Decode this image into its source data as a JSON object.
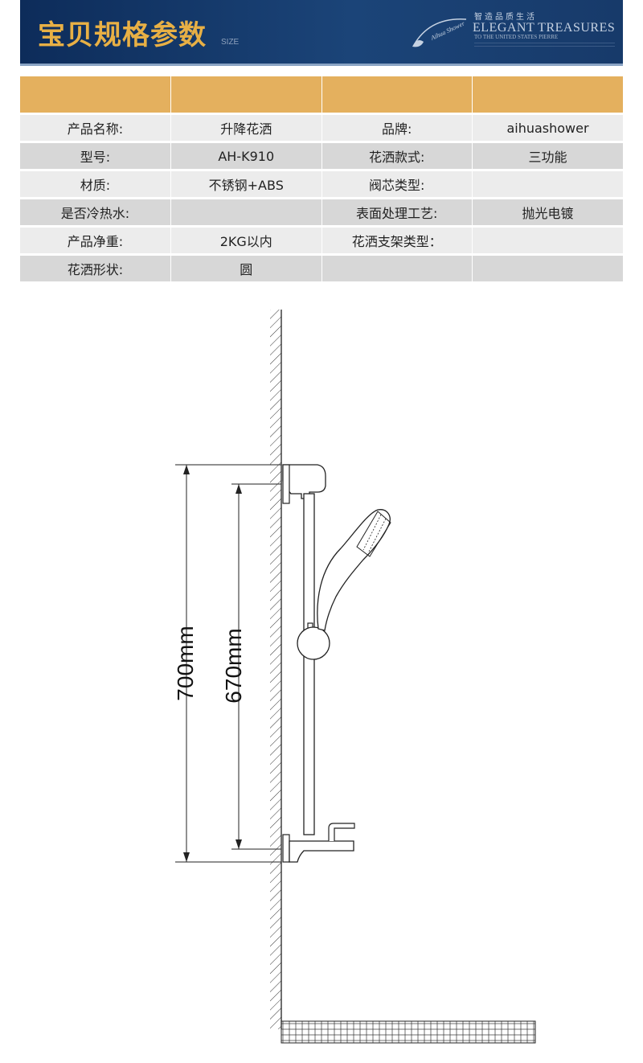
{
  "banner": {
    "title": "宝贝规格参数",
    "size_label": "SIZE",
    "slogan": "智造品质生活",
    "brand": "ELEGANT TREASURES",
    "sub": "TO THE UNITED STATES PIERRE",
    "logo_text": "Aihua Shower"
  },
  "spec_table": {
    "rows": [
      [
        "产品名称:",
        "升降花洒",
        "品牌:",
        "aihuashower"
      ],
      [
        "型号:",
        "AH-K910",
        "花洒款式:",
        "三功能"
      ],
      [
        "材质:",
        "不锈钢+ABS",
        "阀芯类型:",
        ""
      ],
      [
        "是否冷热水:",
        "",
        "表面处理工艺:",
        "抛光电镀"
      ],
      [
        "产品净重:",
        "2KG以内",
        "花洒支架类型：",
        ""
      ],
      [
        "花洒形状:",
        "圆",
        "",
        ""
      ]
    ]
  },
  "drawing": {
    "dim_outer": "700mm",
    "dim_inner": "670mm"
  },
  "colors": {
    "banner_bg": "#1b4478",
    "title_gold": "#e8b045",
    "header_gold": "#e4b05e",
    "row_light": "#ececec",
    "row_dark": "#d7d7d7"
  }
}
